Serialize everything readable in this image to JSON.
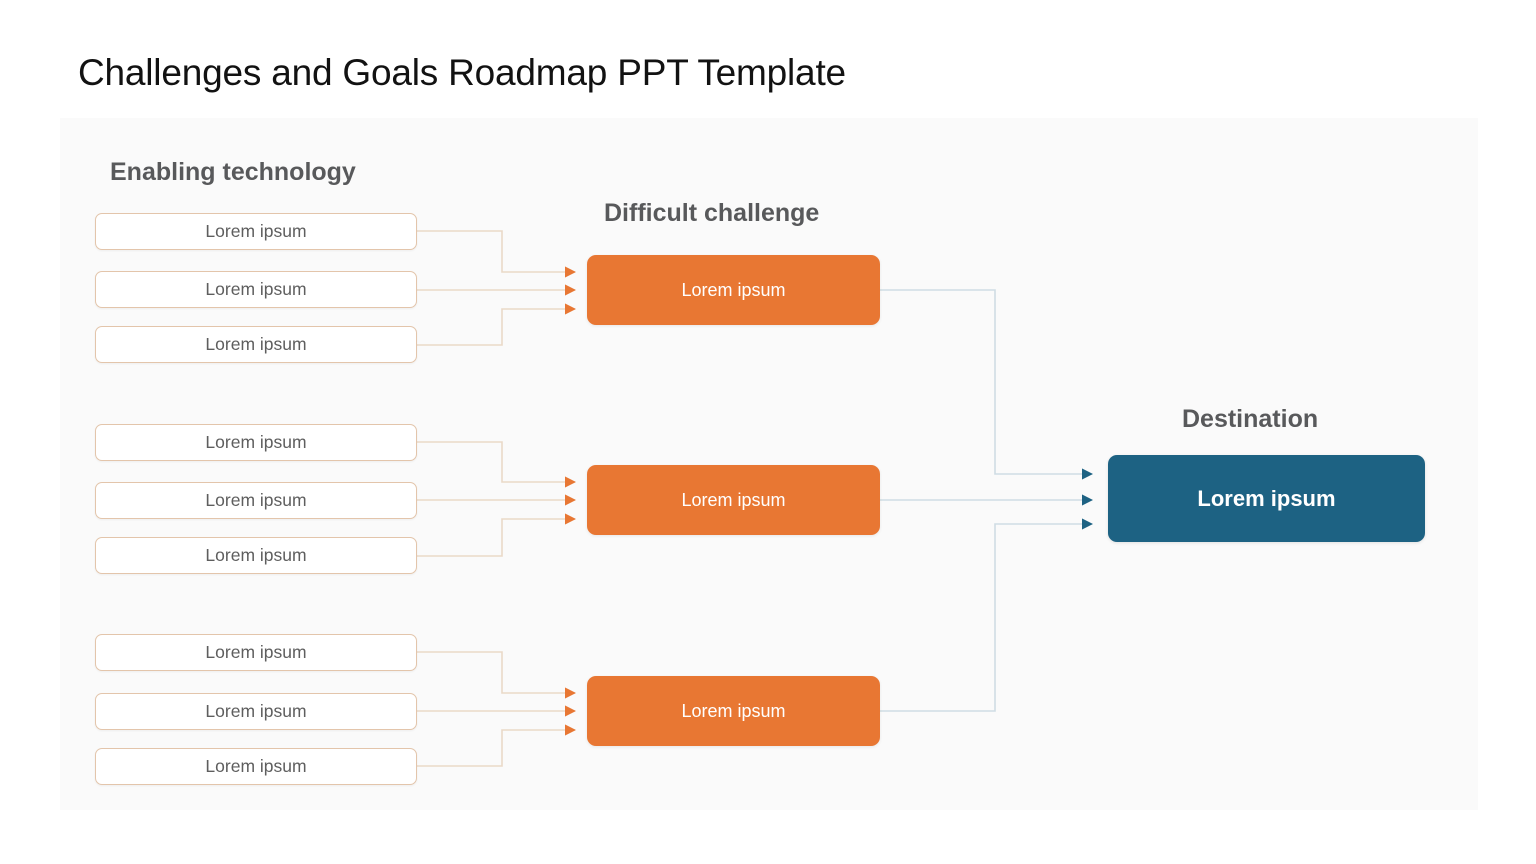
{
  "page": {
    "title": "Challenges and Goals Roadmap PPT Template",
    "background_color": "#ffffff",
    "panel_color": "#fafafa"
  },
  "colors": {
    "orange": "#e87733",
    "orange_border": "#e3c5ab",
    "teal": "#1d6283",
    "heading_gray": "#58595b",
    "body_gray": "#5e5e5e",
    "wire_orange": "#ead9c8",
    "wire_teal": "#cfdde4"
  },
  "columns": {
    "enabling": {
      "heading": "Enabling technology"
    },
    "challenge": {
      "heading": "Difficult challenge"
    },
    "destination": {
      "heading": "Destination"
    }
  },
  "groups": [
    {
      "id": "group-1",
      "inputs": [
        {
          "label": "Lorem ipsum"
        },
        {
          "label": "Lorem ipsum"
        },
        {
          "label": "Lorem ipsum"
        }
      ],
      "challenge": {
        "label": "Lorem ipsum"
      }
    },
    {
      "id": "group-2",
      "inputs": [
        {
          "label": "Lorem ipsum"
        },
        {
          "label": "Lorem ipsum"
        },
        {
          "label": "Lorem ipsum"
        }
      ],
      "challenge": {
        "label": "Lorem ipsum"
      }
    },
    {
      "id": "group-3",
      "inputs": [
        {
          "label": "Lorem ipsum"
        },
        {
          "label": "Lorem ipsum"
        },
        {
          "label": "Lorem ipsum"
        }
      ],
      "challenge": {
        "label": "Lorem ipsum"
      }
    }
  ],
  "destination": {
    "label": "Lorem ipsum"
  }
}
